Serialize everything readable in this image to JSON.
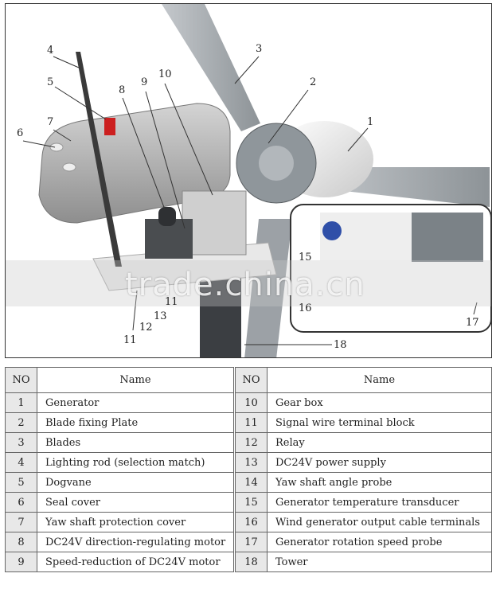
{
  "watermark": "trade.china.cn",
  "callouts": [
    {
      "id": "c1",
      "text": "1"
    },
    {
      "id": "c2",
      "text": "2"
    },
    {
      "id": "c3",
      "text": "3"
    },
    {
      "id": "c4",
      "text": "4"
    },
    {
      "id": "c5",
      "text": "5"
    },
    {
      "id": "c6",
      "text": "6"
    },
    {
      "id": "c7",
      "text": "7"
    },
    {
      "id": "c8",
      "text": "8"
    },
    {
      "id": "c9",
      "text": "9"
    },
    {
      "id": "c10",
      "text": "10"
    },
    {
      "id": "c11",
      "text": "11"
    },
    {
      "id": "c11b",
      "text": "11"
    },
    {
      "id": "c12",
      "text": "12"
    },
    {
      "id": "c13",
      "text": "13"
    },
    {
      "id": "c15",
      "text": "15"
    },
    {
      "id": "c16",
      "text": "16"
    },
    {
      "id": "c17",
      "text": "17"
    },
    {
      "id": "c18",
      "text": "18"
    }
  ],
  "table": {
    "header_no": "NO",
    "header_name": "Name",
    "left": [
      {
        "no": "1",
        "name": "Generator"
      },
      {
        "no": "2",
        "name": "Blade fixing Plate"
      },
      {
        "no": "3",
        "name": "Blades"
      },
      {
        "no": "4",
        "name": "Lighting rod (selection match)"
      },
      {
        "no": "5",
        "name": "Dogvane"
      },
      {
        "no": "6",
        "name": "Seal cover"
      },
      {
        "no": "7",
        "name": "Yaw shaft protection cover"
      },
      {
        "no": "8",
        "name": "DC24V direction-regulating motor"
      },
      {
        "no": "9",
        "name": "Speed-reduction of DC24V motor"
      }
    ],
    "right": [
      {
        "no": "10",
        "name": "Gear box"
      },
      {
        "no": "11",
        "name": "Signal wire terminal block"
      },
      {
        "no": "12",
        "name": "Relay"
      },
      {
        "no": "13",
        "name": "DC24V power supply"
      },
      {
        "no": "14",
        "name": "Yaw shaft angle probe"
      },
      {
        "no": "15",
        "name": "Generator temperature transducer"
      },
      {
        "no": "16",
        "name": "Wind generator output cable terminals"
      },
      {
        "no": "17",
        "name": "Generator rotation speed probe"
      },
      {
        "no": "18",
        "name": "Tower"
      }
    ]
  }
}
